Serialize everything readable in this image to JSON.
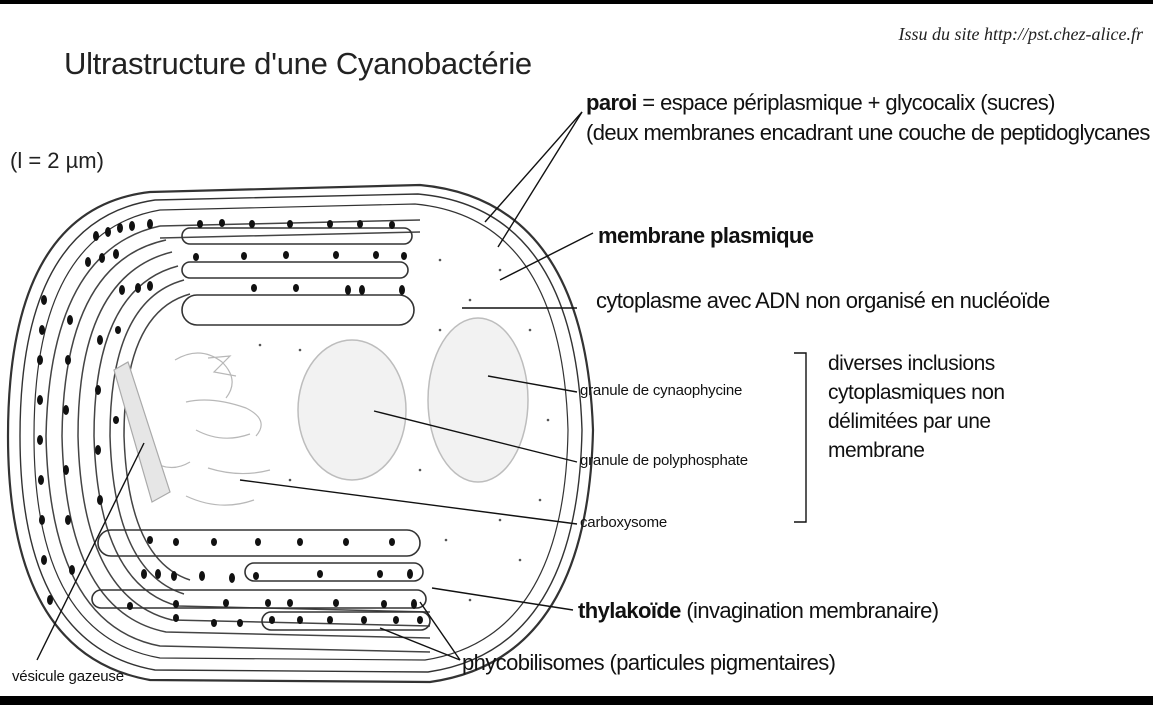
{
  "title": "Ultrastructure d'une Cyanobactérie",
  "source": "Issu du site http://pst.chez-alice.fr",
  "scale": "(l = 2 µm)",
  "labels": {
    "paroi_term": "paroi",
    "paroi_desc": " = espace périplasmique + glycocalix (sucres)",
    "paroi_line2": "(deux membranes encadrant une couche de peptidoglycanes",
    "membrane": "membrane plasmique",
    "cytoplasme": "cytoplasme avec ADN non organisé en nucléoïde",
    "granule_cyanophycine": "granule de cynaophycine",
    "granule_polyphosphate": "granule de polyphosphate",
    "carboxysome": "carboxysome",
    "thylakoide_term": "thylakoïde",
    "thylakoide_desc": " (invagination membranaire)",
    "phycobilisomes": "phycobilisomes (particules pigmentaires)",
    "vesicule": "vésicule gazeuse"
  },
  "inclusions_note": [
    "diverses inclusions",
    "cytoplasmiques non",
    "délimitées par une",
    "membrane"
  ]
}
